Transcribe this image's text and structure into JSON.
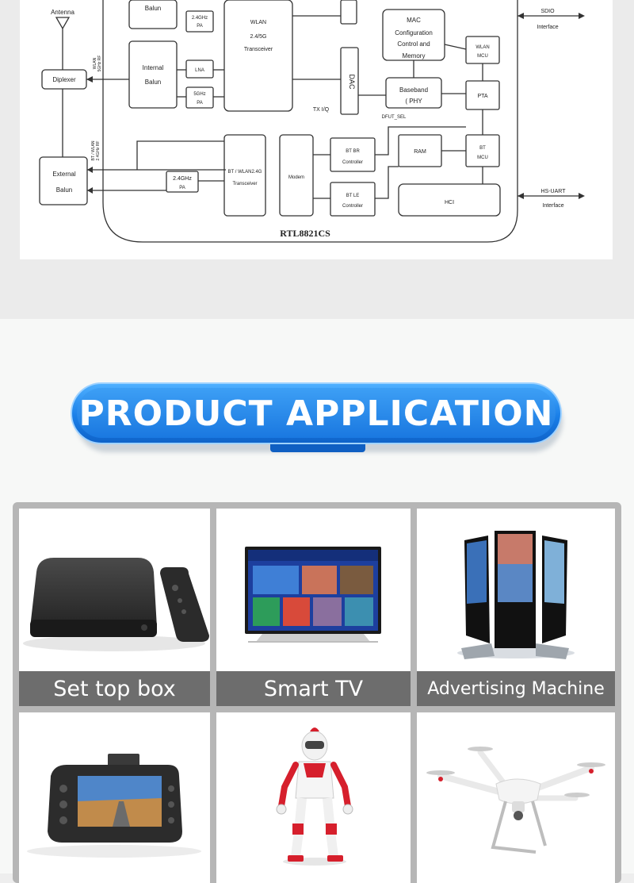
{
  "diagram": {
    "chip_label": "RTL8821CS",
    "blocks": {
      "antenna": "Antenna",
      "diplexer": "Diplexer",
      "balun_top": "Balun",
      "internal_balun_1": "Internal",
      "internal_balun_2": "Balun",
      "external_balun_1": "External",
      "external_balun_2": "Balun",
      "pa_24_top_1": "2.4GHz",
      "pa_24_top_2": "PA",
      "lna": "LNA",
      "pa_5g_1": "5GHz",
      "pa_5g_2": "PA",
      "wlan_tx_1": "WLAN",
      "wlan_tx_2": "2.4/5G",
      "wlan_tx_3": "Transceiver",
      "dac": "DAC",
      "tx_iq": "TX I/Q",
      "mac_1": "MAC",
      "mac_2": "Configuration",
      "mac_3": "Control and",
      "mac_4": "Memory",
      "baseband_1": "Baseband",
      "baseband_2": "( PHY",
      "dfut_sel": "DFUT_SEL",
      "wlan_mcu_1": "WLAN",
      "wlan_mcu_2": "MCU",
      "pta": "PTA",
      "sdio_1": "SDIO",
      "sdio_2": "Interface",
      "bt_tx_1": "BT / WLAN2.4G",
      "bt_tx_2": "Transceiver",
      "pa_24_bt_1": "2.4GHz",
      "pa_24_bt_2": "PA",
      "modem": "Modem",
      "bt_br_1": "BT BR",
      "bt_br_2": "Controller",
      "bt_le_1": "BT LE",
      "bt_le_2": "Controller",
      "ram": "RAM",
      "bt_mcu_1": "BT",
      "bt_mcu_2": "MCU",
      "hci": "HCI",
      "hsuart_1": "HS-UART",
      "hsuart_2": "Interface",
      "wlan_side_1": "WLAN",
      "wlan_side_2": "5GHz RF",
      "bt_side_1": "BT / WLAN",
      "bt_side_2": "2.4GHz RF"
    }
  },
  "section": {
    "title": "PRODUCT APPLICATION"
  },
  "applications": [
    {
      "label": "Set top box"
    },
    {
      "label": "Smart TV"
    },
    {
      "label": "Advertising Machine"
    },
    {
      "label": ""
    },
    {
      "label": ""
    },
    {
      "label": ""
    }
  ]
}
